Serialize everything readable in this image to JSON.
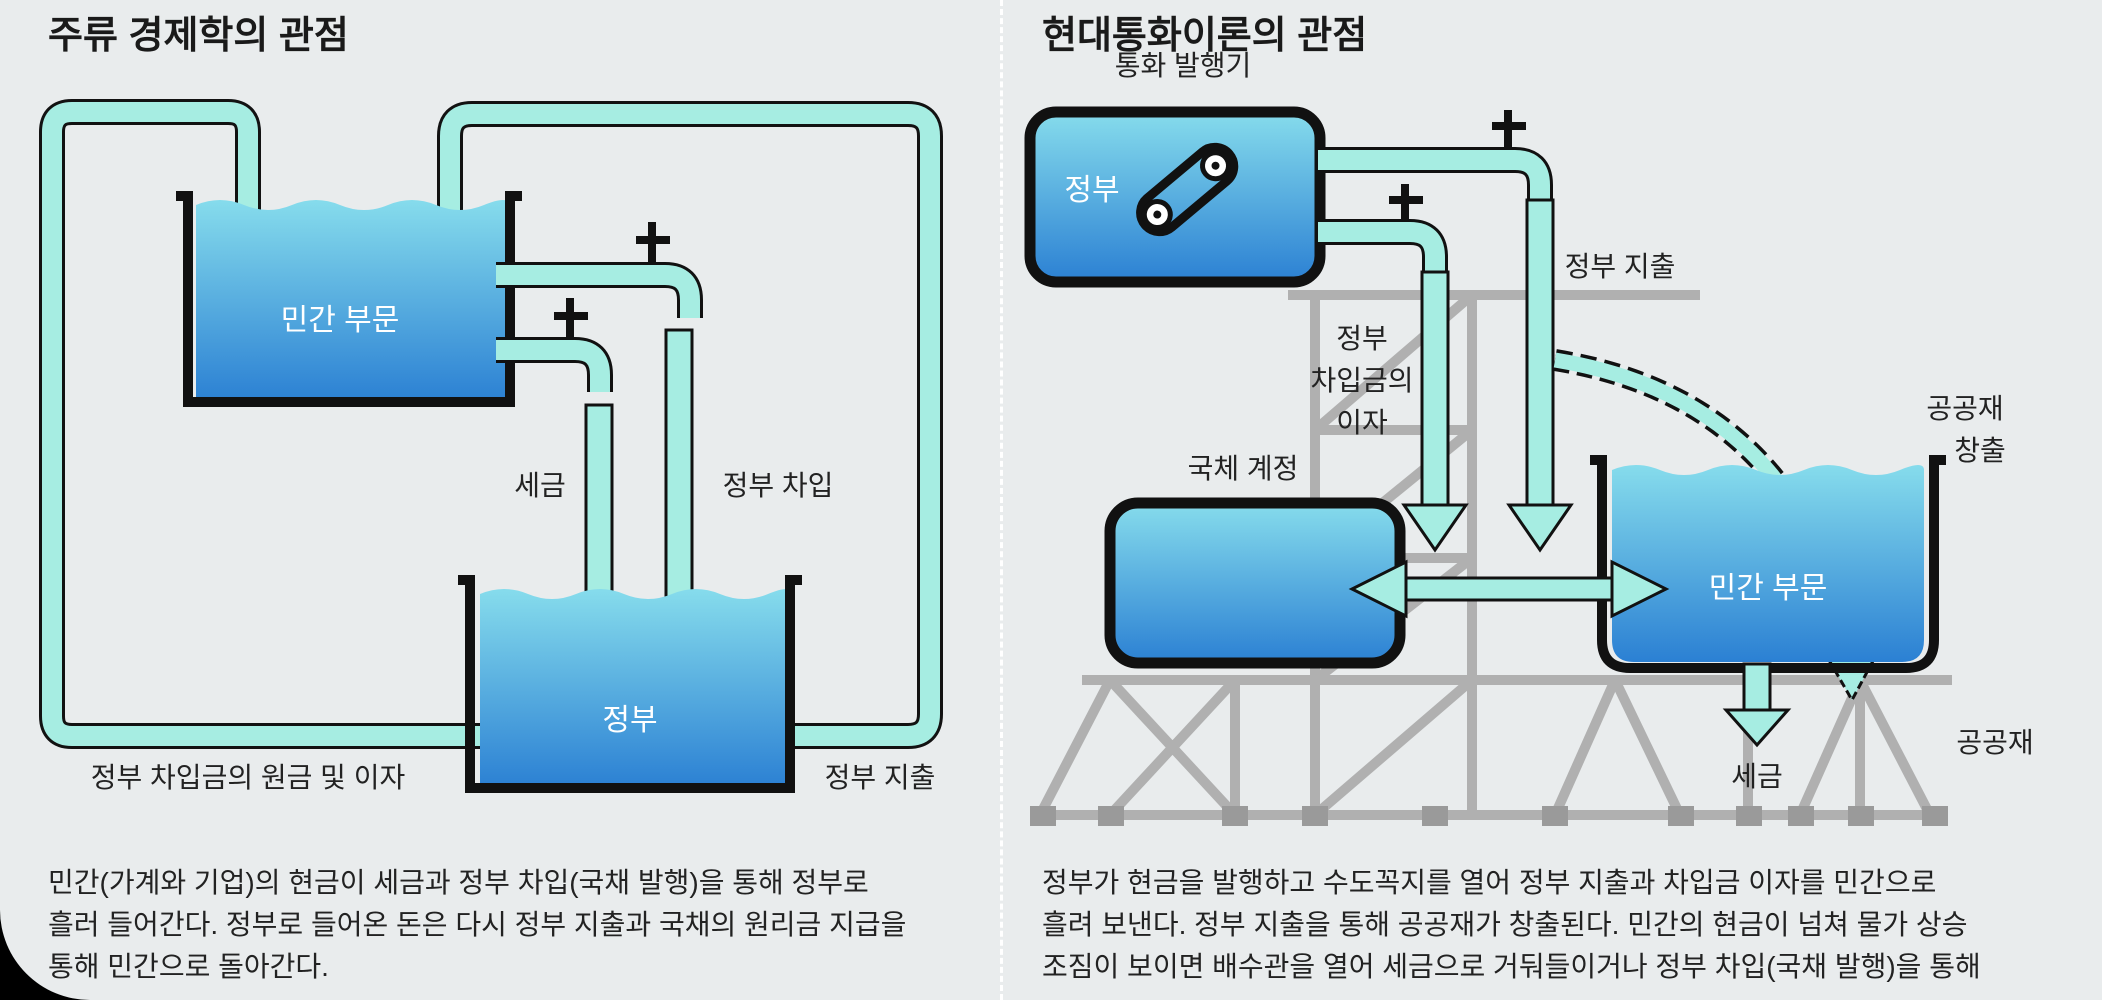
{
  "left_panel": {
    "title": "주류 경제학의 관점",
    "private_sector_label": "민간 부문",
    "government_label": "정부",
    "tax_label": "세금",
    "gov_borrowing_label": "정부 차입",
    "principal_interest_label": "정부 차입금의 원금 및 이자",
    "gov_spending_label": "정부 지출",
    "caption_lines": [
      "민간(가계와 기업)의 현금이 세금과 정부 차입(국채 발행)을 통해 정부로",
      "흘러 들어간다. 정부로 들어온 돈은 다시 정부 지출과 국채의 원리금 지급을",
      "통해 민간으로 돌아간다."
    ]
  },
  "right_panel": {
    "title": "현대통화이론의 관점",
    "money_issuer_label": "통화 발행기",
    "government_label": "정부",
    "gov_spending_label": "정부 지출",
    "interest_label_lines": [
      "정부",
      "차입금의",
      "이자"
    ],
    "public_goods_creation_lines": [
      "공공재",
      "창출"
    ],
    "treasury_account_label": "국체 계정",
    "private_sector_label": "민간 부문",
    "tax_label": "세금",
    "public_goods_label": "공공재",
    "caption_lines": [
      "정부가 현금을 발행하고 수도꼭지를 열어 정부 지출과 차입금 이자를 민간으로",
      "흘려 보낸다. 정부 지출을 통해 공공재가 창출된다. 민간의 현금이 넘쳐 물가 상승",
      "조짐이 보이면 배수관을 열어 세금으로 거둬들이거나 정부 차입(국채 발행)을 통해"
    ]
  },
  "colors": {
    "pipe_fill": "#a6ede2",
    "water_top": "#7fd8ea",
    "water_bottom": "#2f86d6",
    "outline": "#111111",
    "scaffold": "#b0b0b0"
  }
}
